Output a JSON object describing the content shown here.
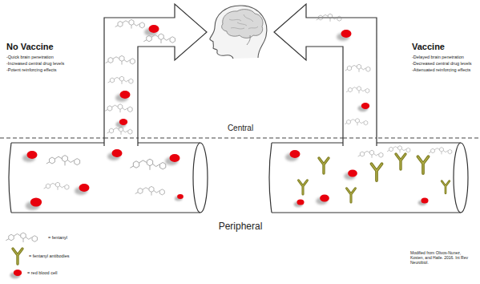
{
  "diagram": {
    "labels": [
      "No Vaccine",
      "-Quick brain penetration",
      "-Increased central drug levels",
      "-Potent reinforcing effects",
      "Vaccine",
      "-Delayed brain penetration",
      "-Decreased central drug levels",
      "-Attenuated reinforcing effects",
      "Central",
      "Peripheral",
      "Modified from Olivos-Nunez, Kosten, and Haile. 2016. Int Rev Neurobiol."
    ],
    "legend": [
      {
        "text": "= fentanyl"
      },
      {
        "text": "= fentanyl antibodies"
      },
      {
        "text": "= red blood cell"
      }
    ]
  }
}
